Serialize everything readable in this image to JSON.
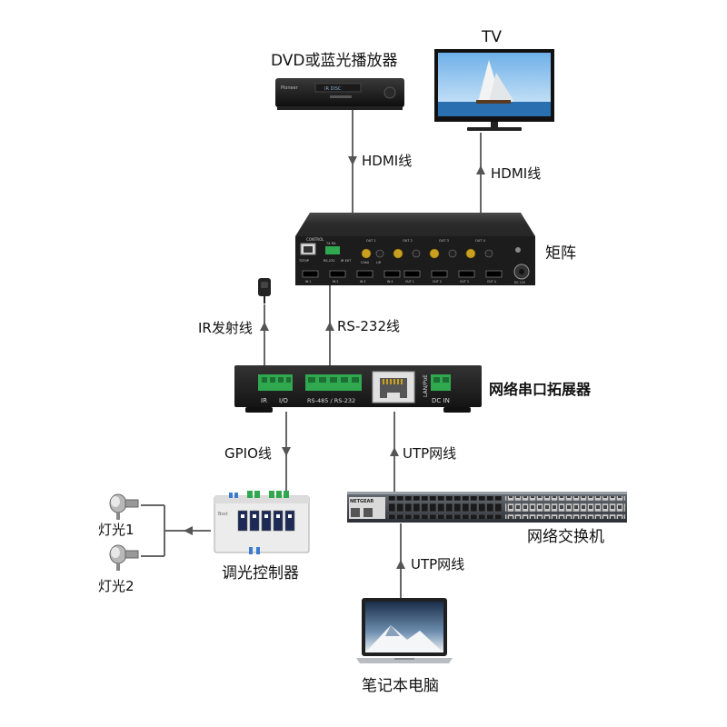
{
  "devices": {
    "dvd": {
      "label": "DVD或蓝光播放器",
      "brand_text": "Pioneer",
      "display_text": "IR DISC"
    },
    "tv": {
      "label": "TV"
    },
    "matrix": {
      "label": "矩阵",
      "control_text": "CONTROL",
      "tx_rx_text": "TX RX",
      "port_labels": [
        "TCP/IP",
        "RS-232",
        "IR EXT"
      ],
      "out_labels": [
        "OUT 1",
        "OUT 2",
        "OUT 3",
        "OUT 4"
      ],
      "coax_text": "COAX",
      "lr_text": "L/R",
      "hdmi_in_labels": [
        "IN 1",
        "IN 2",
        "IN 3",
        "IN 4"
      ],
      "hdmi_out_labels": [
        "OUT 1",
        "OUT 2",
        "OUT 3",
        "OUT 4"
      ],
      "dc_text": "DC 12V"
    },
    "extender": {
      "label": "网络串口拓展器",
      "port_ir": "IR",
      "port_io": "I/O",
      "port_rs": "RS-485 / RS-232",
      "port_lan": "LAN/PoE",
      "port_dc": "DC   IN"
    },
    "dimmer": {
      "label": "调光控制器",
      "brand": "Bsst"
    },
    "switch": {
      "label": "网络交换机",
      "brand": "NETGEAR"
    },
    "laptop": {
      "label": "笔记本电脑"
    },
    "lights": [
      {
        "label": "灯光1"
      },
      {
        "label": "灯光2"
      }
    ]
  },
  "connections": {
    "dvd_to_matrix": "HDMI线",
    "matrix_to_tv": "HDMI线",
    "extender_to_ir": "IR发射线",
    "extender_to_matrix": "RS-232线",
    "extender_to_dimmer": "GPIO线",
    "switch_to_extender": "UTP网线",
    "laptop_to_switch": "UTP网线"
  }
}
